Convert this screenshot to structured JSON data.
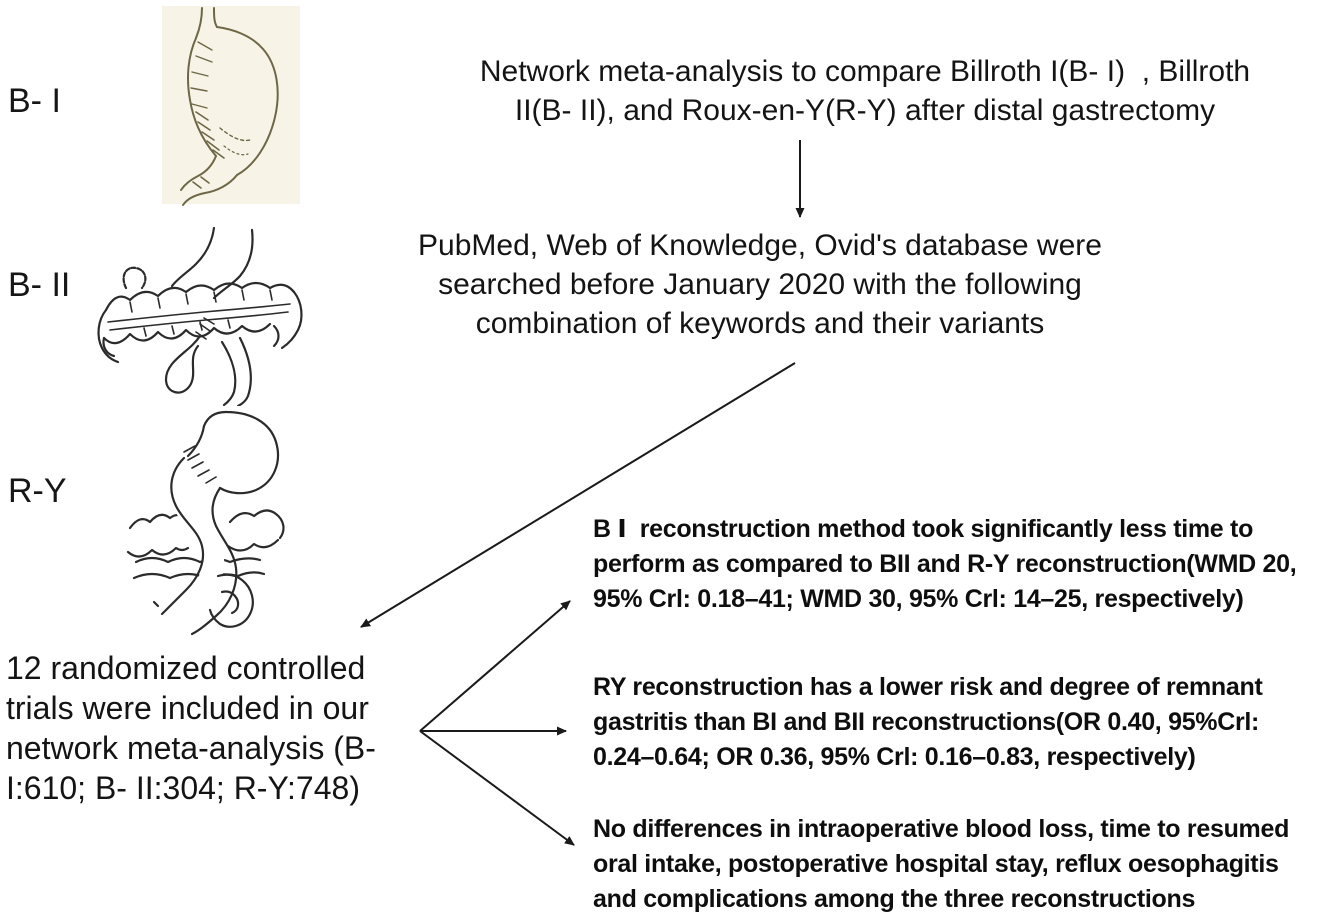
{
  "figure": {
    "colors": {
      "text": "#141414",
      "background": "#ffffff",
      "sketch_ink": "#6e6746",
      "sketch_paper": "#f7f4e7",
      "line_art_ink": "#2b2b2b",
      "arrow": "#1a1a1a"
    },
    "left_column": {
      "items": [
        {
          "label": "B- I",
          "diagram": "billroth-1-stomach-sketch"
        },
        {
          "label": "B- II",
          "diagram": "billroth-2-anastomosis-sketch"
        },
        {
          "label": "R-Y",
          "diagram": "roux-en-y-anastomosis-sketch"
        }
      ],
      "included_box_lines": [
        "12 randomized controlled",
        "trials were included in our",
        "network meta-analysis (B-",
        "I:610; B- II:304; R-Y:748)"
      ]
    },
    "flow": {
      "title_lines": [
        "Network meta-analysis to compare Billroth I(B- I)  , Billroth",
        "II(B- II), and Roux-en-Y(R-Y) after distal gastrectomy"
      ],
      "search_lines": [
        "PubMed, Web of Knowledge, Ovid's database were",
        "searched before January 2020 with the following",
        "combination of keywords and their variants"
      ],
      "findings": [
        {
          "lines": [
            "B Ⅰ  reconstruction method took significantly less time to",
            "perform as compared to BII and R-Y reconstruction(WMD 20,",
            "95% Crl: 0.18–41; WMD 30, 95% Crl: 14–25, respectively)"
          ]
        },
        {
          "lines": [
            "RY reconstruction has a lower risk and degree of remnant",
            "gastritis than BI and BII reconstructions(OR 0.40, 95%Crl:",
            "0.24–0.64; OR 0.36, 95% Crl: 0.16–0.83, respectively)"
          ]
        },
        {
          "lines": [
            "No differences in intraoperative blood loss, time to resumed",
            "oral intake, postoperative hospital stay, reflux oesophagitis",
            "and complications among the three reconstructions"
          ]
        }
      ]
    }
  }
}
